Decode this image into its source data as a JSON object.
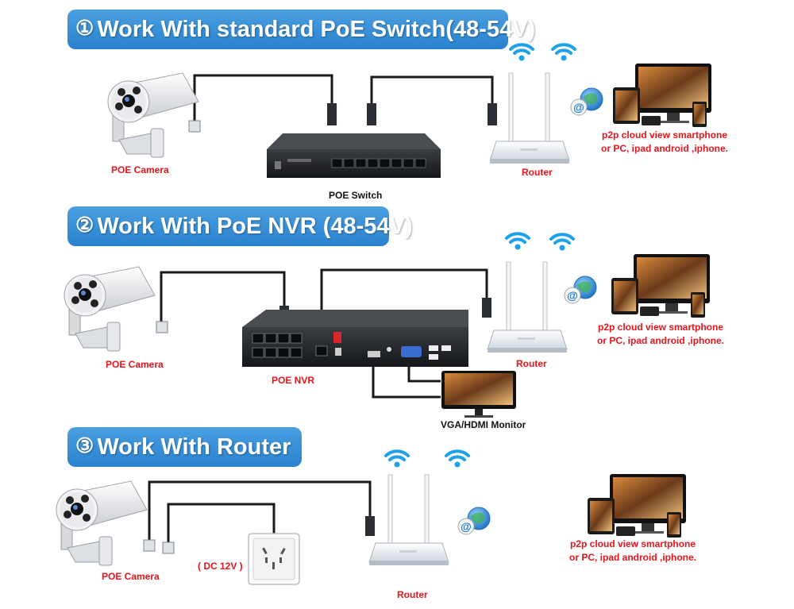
{
  "sections": [
    {
      "number": "①",
      "title": "Work With standard PoE Switch(48-54V)",
      "camera_label": "POE Camera",
      "hub_label": "POE Switch",
      "router_label": "Router",
      "p2p_line1": "p2p cloud  view smartphone",
      "p2p_line2": "or PC, ipad android ,iphone."
    },
    {
      "number": "②",
      "title": "Work With PoE NVR (48-54V)",
      "camera_label": "POE Camera",
      "hub_label": "POE NVR",
      "monitor_label": "VGA/HDMI Monitor",
      "router_label": "Router",
      "p2p_line1": "p2p cloud  view smartphone",
      "p2p_line2": "or PC, ipad android ,iphone."
    },
    {
      "number": "③",
      "title": "Work With Router",
      "camera_label": "POE Camera",
      "power_label": "( DC 12V )",
      "router_label": "Router",
      "p2p_line1": "p2p cloud  view smartphone",
      "p2p_line2": "or PC, ipad android ,iphone."
    }
  ],
  "colors": {
    "banner": "#2a82cf",
    "label_red": "#e8141c",
    "cable": "#1a1a1a"
  },
  "icons": [
    "camera-icon",
    "poe-switch-icon",
    "nvr-icon",
    "router-icon",
    "wifi-icon",
    "cloud-globe-icon",
    "devices-icon",
    "monitor-icon",
    "wall-socket-icon"
  ]
}
